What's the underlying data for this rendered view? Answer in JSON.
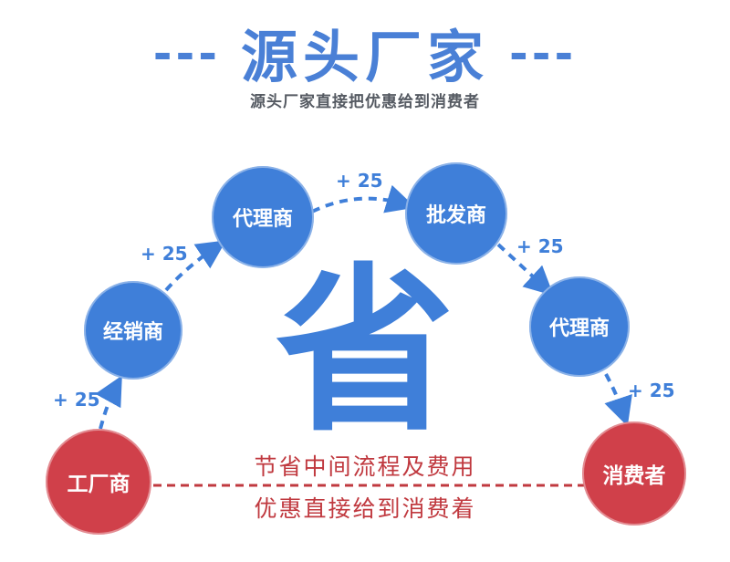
{
  "header": {
    "dash_left": "---",
    "title": "源头厂家",
    "dash_right": "---",
    "subtitle": "源头厂家直接把优惠给到消费者"
  },
  "nodes": {
    "factory": "工厂商",
    "distributor": "经销商",
    "agent_1": "代理商",
    "wholesaler": "批发商",
    "agent_2": "代理商",
    "consumer": "消费者"
  },
  "markups": [
    "+ 25",
    "+ 25",
    "+ 25",
    "+ 25",
    "+ 25"
  ],
  "center": {
    "big_char": "省",
    "slogan_top": "节省中间流程及费用",
    "slogan_bottom": "优惠直接给到消费着"
  },
  "colors": {
    "blue": "#3f7fd9",
    "red": "#d0404a",
    "title_blue": "#4a80d6"
  }
}
